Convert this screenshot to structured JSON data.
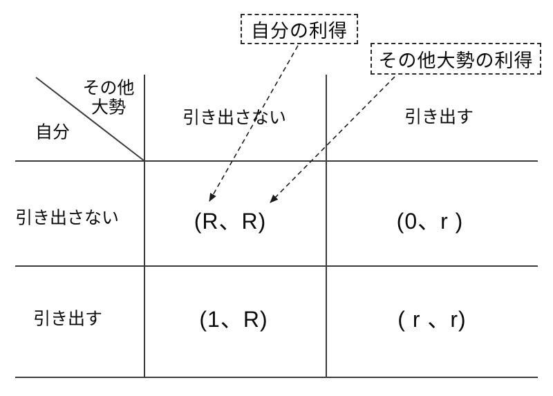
{
  "callouts": {
    "own_payoff": "自分の利得",
    "others_payoff": "その他大勢の利得"
  },
  "matrix": {
    "corner": {
      "column_player_line1": "その他",
      "column_player_line2": "大勢",
      "row_player": "自分"
    },
    "column_headers": [
      "引き出さない",
      "引き出す"
    ],
    "row_headers": [
      "引き出さない",
      "引き出す"
    ],
    "cells": [
      [
        "(R、R)",
        "(0、r )"
      ],
      [
        "(1、R)",
        "( r 、r)"
      ]
    ]
  },
  "colors": {
    "text": "#0a0a0a",
    "grid_line": "#3a3a3a",
    "arrow": "#1a1a1a",
    "background": "#ffffff"
  }
}
